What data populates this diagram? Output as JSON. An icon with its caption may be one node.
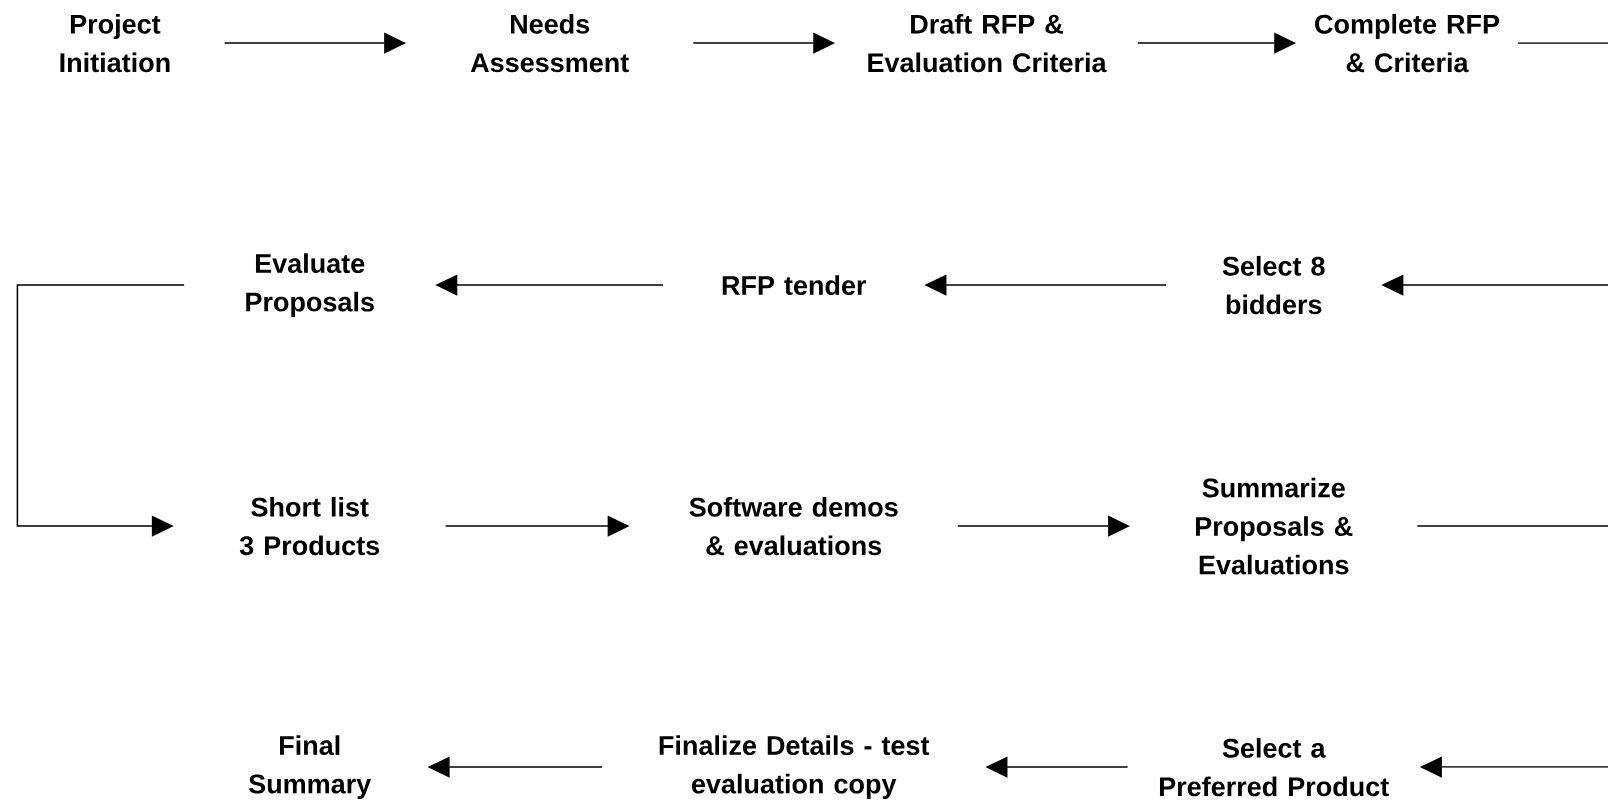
{
  "diagram": {
    "nodes": [
      {
        "text": [
          "Project Initiation"
        ]
      },
      {
        "text": [
          "Needs Assessment"
        ]
      },
      {
        "text": [
          "Draft RFP & Evaluation Criteria"
        ]
      },
      {
        "text": [
          "Complete RFP & Criteria"
        ]
      },
      {
        "text": [
          "Select 8 bidders"
        ]
      },
      {
        "text": [
          "RFP tender"
        ]
      },
      {
        "text": [
          "Evaluate Proposals"
        ]
      },
      {
        "text": [
          "Short list 3 Products"
        ]
      },
      {
        "text": [
          "Software demos & evaluations"
        ]
      },
      {
        "text": [
          "Summarize Proposals & Evaluations"
        ]
      },
      {
        "text": [
          "Select a Preferred Product"
        ]
      },
      {
        "text": [
          "Finalize Details - test evaluation copy"
        ]
      },
      {
        "text": [
          "Final Summary"
        ]
      }
    ],
    "edges": [
      {
        "from": 0,
        "to": 1,
        "arrow": "to"
      },
      {
        "from": 1,
        "to": 2,
        "arrow": "to"
      },
      {
        "from": 2,
        "to": 3,
        "arrow": "to"
      },
      {
        "from": 3,
        "to": null,
        "arrow": "none"
      },
      {
        "from": null,
        "to": 4,
        "arrow": "to"
      },
      {
        "from": 4,
        "to": 5,
        "arrow": "to"
      },
      {
        "from": 5,
        "to": 6,
        "arrow": "to"
      },
      {
        "from": 6,
        "to": 7,
        "arrow": "to"
      },
      {
        "from": 7,
        "to": 8,
        "arrow": "to"
      },
      {
        "from": 8,
        "to": 9,
        "arrow": "to"
      },
      {
        "from": 9,
        "to": null,
        "arrow": "none"
      },
      {
        "from": null,
        "to": 10,
        "arrow": "to"
      },
      {
        "from": 10,
        "to": 11,
        "arrow": "to"
      },
      {
        "from": 11,
        "to": 12,
        "arrow": "to"
      }
    ]
  }
}
